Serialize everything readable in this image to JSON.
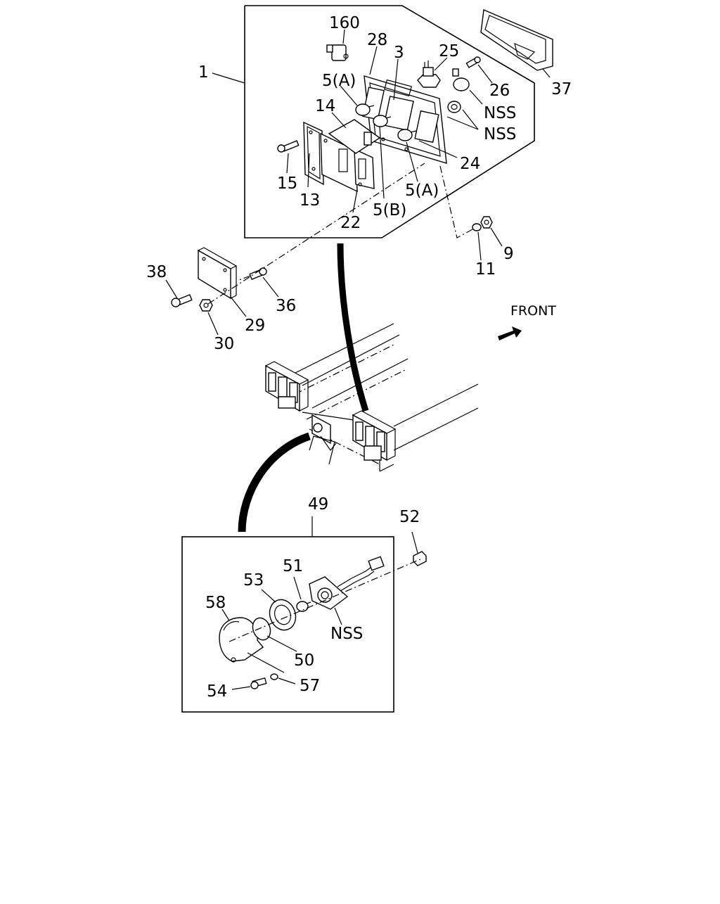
{
  "diagram": {
    "direction_label": "FRONT",
    "callouts": {
      "c1": "1",
      "c160": "160",
      "c28": "28",
      "c3": "3",
      "c25": "25",
      "c37": "37",
      "c26": "26",
      "c5a_top": "5(A)",
      "cnss1": "NSS",
      "cnss2": "NSS",
      "c14": "14",
      "c24": "24",
      "c15": "15",
      "c13": "13",
      "c5a_bottom": "5(A)",
      "c5b": "5(B)",
      "c22": "22",
      "c9": "9",
      "c11": "11",
      "c38": "38",
      "c36": "36",
      "c29": "29",
      "c30": "30",
      "c49": "49",
      "c52": "52",
      "c51": "51",
      "c53": "53",
      "c58": "58",
      "cnss3": "NSS",
      "c50": "50",
      "c54": "54",
      "c57": "57"
    }
  }
}
